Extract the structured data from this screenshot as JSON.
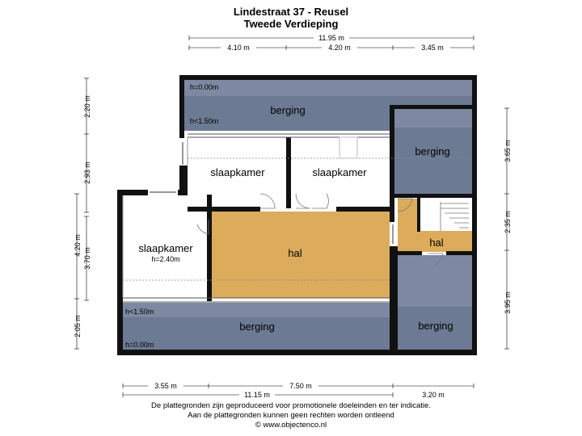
{
  "header": {
    "title": "Lindestraat 37 - Reusel",
    "subtitle": "Tweede Verdieping"
  },
  "dimensions": {
    "top_total": "11.95 m",
    "top_1": "4.10 m",
    "top_2": "4.20 m",
    "top_3": "3.45 m",
    "left_1": "2.20 m",
    "left_2": "2.93 m",
    "left_3": "4.20 m",
    "left_4": "3.70 m",
    "left_5": "2.05 m",
    "right_1": "3.65 m",
    "right_2": "2.35 m",
    "right_3": "3.95 m",
    "bottom_1": "3.55 m",
    "bottom_2": "7.50 m",
    "bottom_3": "3.20 m",
    "bottom_total": "11.15 m"
  },
  "rooms": {
    "berging_top": "berging",
    "berging_top_right": "berging",
    "slaapkamer_1": "slaapkamer",
    "slaapkamer_2": "slaapkamer",
    "slaapkamer_left": "slaapkamer",
    "slaapkamer_left_height": "h=2.40m",
    "hal_main": "hal",
    "hal_right": "hal",
    "berging_bottom": "berging",
    "berging_bottom_right": "berging"
  },
  "heights": {
    "top_h0": "h=0.00m",
    "top_h150": "h<1.50m",
    "bottom_h150": "h<1.50m",
    "bottom_h0": "h=0.00m"
  },
  "footer": {
    "line1": "De plattegronden zijn geproduceerd voor promotionele doeleinden en ter indicatie.",
    "line2": "Aan de plattegronden kunnen geen rechten worden ontleend",
    "line3": "© www.objectenco.nl"
  },
  "colors": {
    "berging": "#6d7a93",
    "berging_light": "#7d89a2",
    "hal": "#dcac5c",
    "wall": "#111111",
    "room_white": "#ffffff"
  }
}
